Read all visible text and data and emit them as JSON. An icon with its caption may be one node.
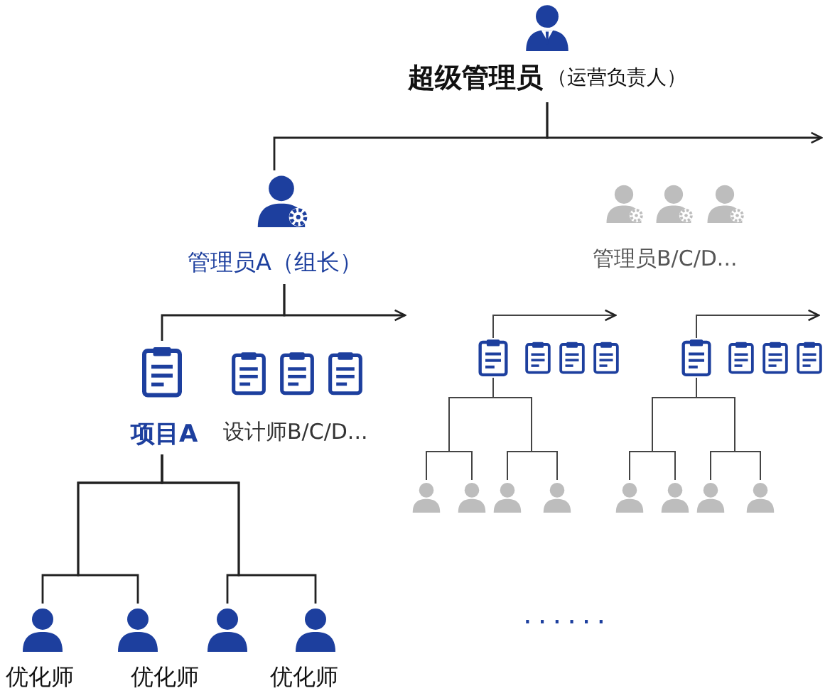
{
  "diagram": {
    "nodes": [
      {
        "text": [
          "超级管理员",
          "（运营负责人）"
        ]
      },
      {
        "text": [
          "管理员A（组长）"
        ]
      },
      {
        "text": [
          "管理员B/C/D..."
        ]
      },
      {
        "text": [
          "项目A"
        ]
      },
      {
        "text": [
          "设计师B/C/D..."
        ]
      },
      {
        "text": [],
        "shape": "person"
      },
      {
        "text": [],
        "shape": "person"
      },
      {
        "text": [],
        "shape": "person"
      },
      {
        "text": [],
        "shape": "person"
      },
      {
        "text": [],
        "shape": "clipboard"
      },
      {
        "text": [],
        "shape": "clipboard"
      },
      {
        "text": [],
        "shape": "person"
      },
      {
        "text": [],
        "shape": "person"
      },
      {
        "text": [],
        "shape": "person"
      },
      {
        "text": [],
        "shape": "person"
      },
      {
        "text": [],
        "shape": "clipboard"
      },
      {
        "text": [],
        "shape": "clipboard"
      },
      {
        "text": [],
        "shape": "person"
      },
      {
        "text": [],
        "shape": "person"
      },
      {
        "text": [],
        "shape": "person"
      },
      {
        "text": [],
        "shape": "person"
      }
    ],
    "edges": [
      {
        "from": 0,
        "to": 1,
        "arrow": "none"
      },
      {
        "from": 0,
        "to": null,
        "arrow": "to"
      },
      {
        "from": 1,
        "to": 3,
        "arrow": "none"
      },
      {
        "from": 1,
        "to": null,
        "arrow": "to"
      },
      {
        "from": 3,
        "to": 5,
        "arrow": "none"
      },
      {
        "from": 3,
        "to": 6,
        "arrow": "none"
      },
      {
        "from": 3,
        "to": 7,
        "arrow": "none"
      },
      {
        "from": 3,
        "to": 8,
        "arrow": "none"
      },
      {
        "from": 9,
        "to": 10,
        "arrow": "to"
      },
      {
        "from": 9,
        "to": 11,
        "arrow": "none"
      },
      {
        "from": 9,
        "to": 12,
        "arrow": "none"
      },
      {
        "from": 9,
        "to": 13,
        "arrow": "none"
      },
      {
        "from": 9,
        "to": 14,
        "arrow": "none"
      },
      {
        "from": 15,
        "to": 16,
        "arrow": "to"
      },
      {
        "from": 15,
        "to": 17,
        "arrow": "none"
      },
      {
        "from": 15,
        "to": 18,
        "arrow": "none"
      },
      {
        "from": 15,
        "to": 19,
        "arrow": "none"
      },
      {
        "from": 15,
        "to": 20,
        "arrow": "none"
      }
    ],
    "labels": [
      "优化师",
      "优化师",
      "优化师",
      "......"
    ]
  }
}
